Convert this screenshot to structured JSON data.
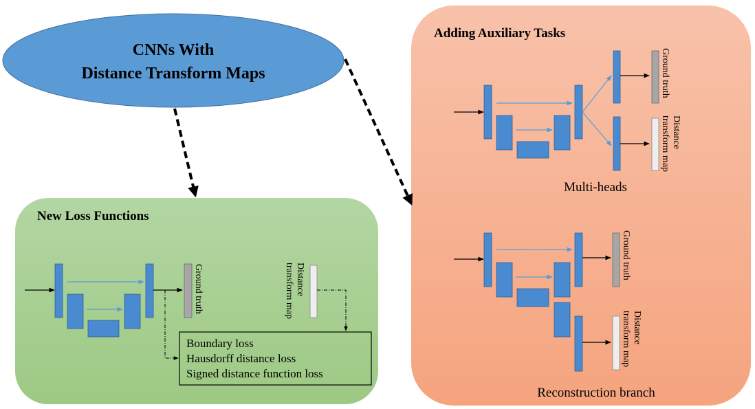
{
  "main": {
    "title_line1": "CNNs With",
    "title_line2": "Distance Transform Maps"
  },
  "loss_panel": {
    "title": "New Loss Functions",
    "ground_truth": "Ground truth",
    "dtm_line1": "Distance",
    "dtm_line2": "transform map",
    "losses": [
      "Boundary loss",
      "Hausdorff distance loss",
      "Signed distance function loss"
    ]
  },
  "aux_panel": {
    "title": "Adding Auxiliary Tasks",
    "multihead": {
      "ground_truth": "Ground truth",
      "dtm_line1": "Distance",
      "dtm_line2": "transform map",
      "caption": "Multi-heads"
    },
    "recon": {
      "ground_truth": "Ground truth",
      "dtm_line1": "Distance",
      "dtm_line2": "transform map",
      "caption": "Reconstruction branch"
    }
  },
  "colors": {
    "ellipse": "#5b9bd5",
    "green_top": "#b3d6a3",
    "green_bottom": "#9dc983",
    "salmon_top": "#f8c1a8",
    "salmon_bottom": "#f5a37c",
    "block": "#4a8ad0",
    "gt_bar": "#a6a6a6",
    "dtm_bar": "#eeeeee"
  }
}
